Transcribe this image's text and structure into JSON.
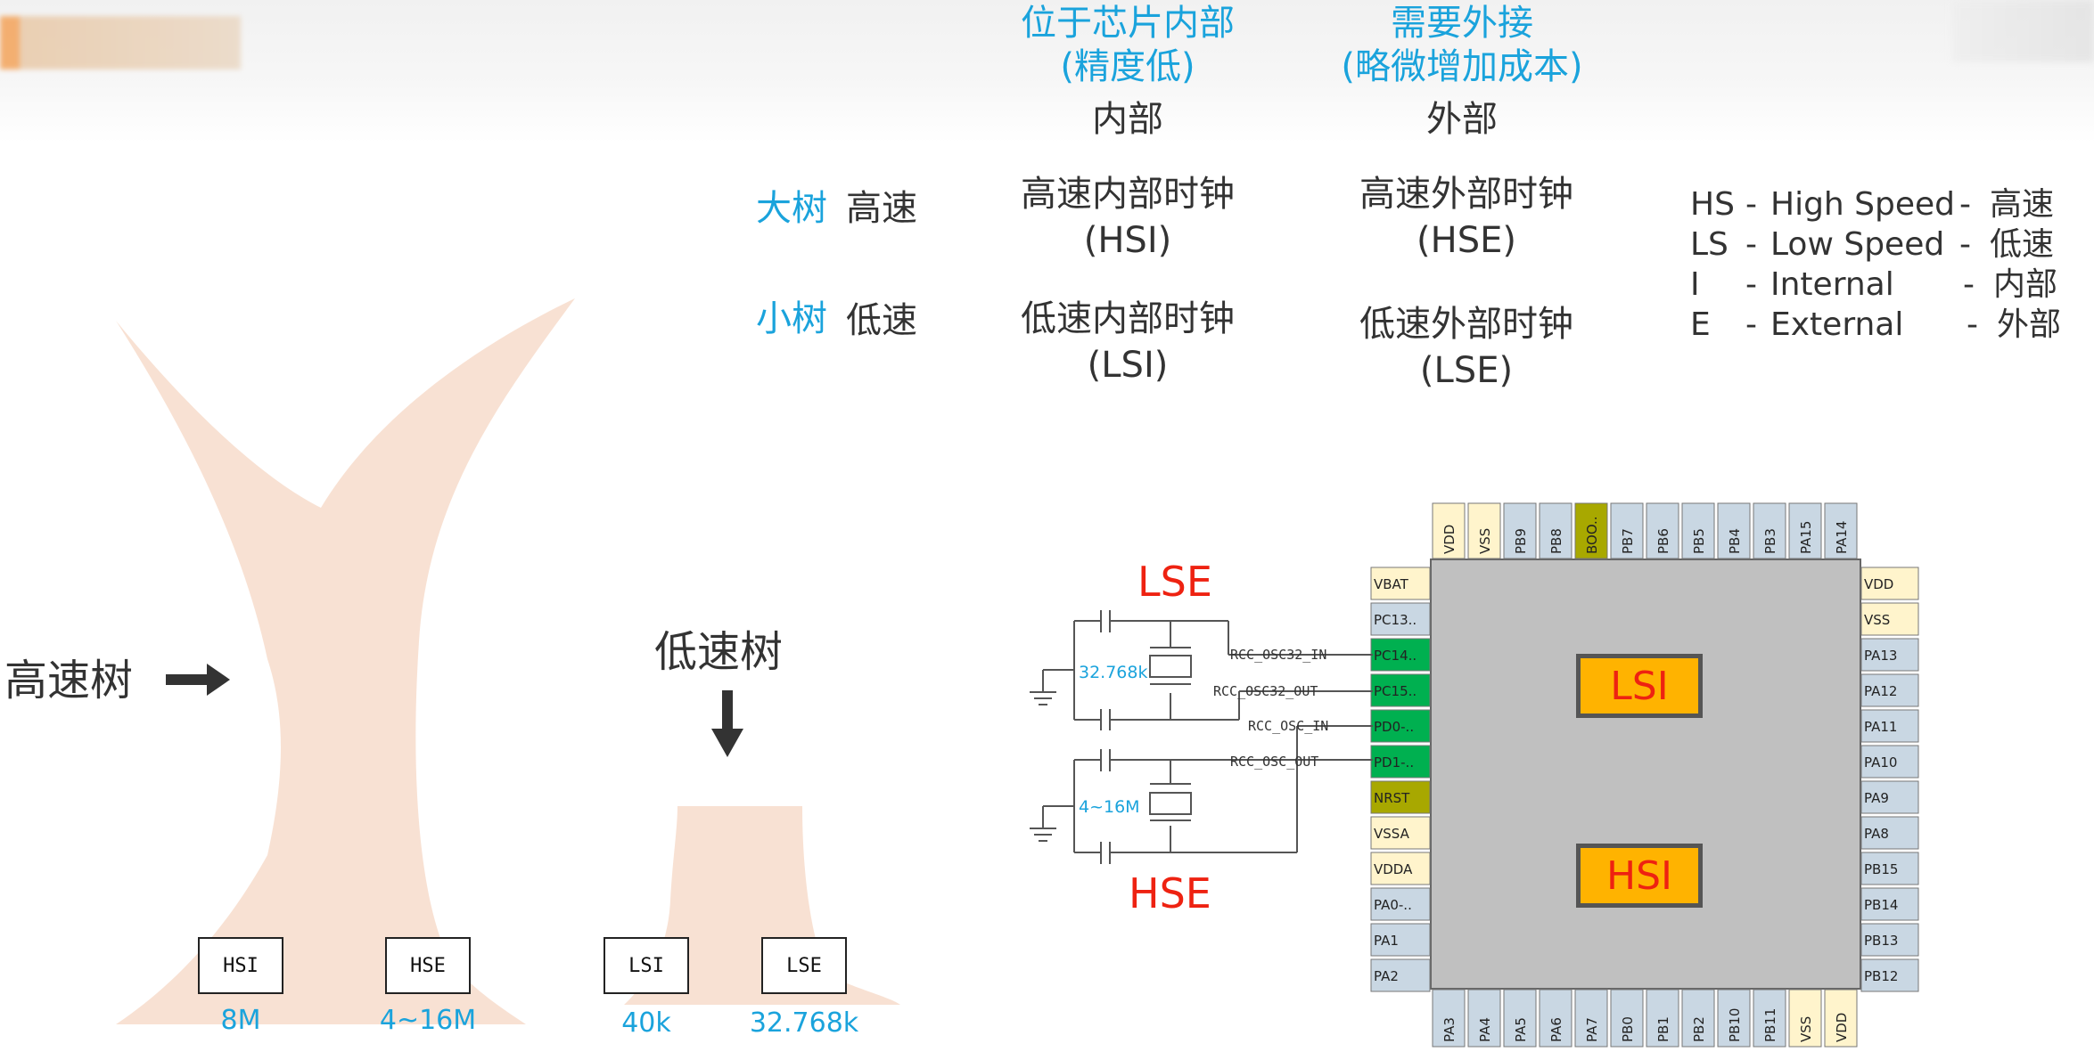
{
  "header": {
    "col_internal": {
      "line1": "位于芯片内部",
      "line2": "(精度低)",
      "line3": "内部"
    },
    "col_external": {
      "line1": "需要外接",
      "line2": "(略微增加成本)",
      "line3": "外部"
    }
  },
  "rows": [
    {
      "tree": "大树",
      "speed": "高速",
      "internal": [
        "高速内部时钟",
        "(HSI)"
      ],
      "external": [
        "高速外部时钟",
        "(HSE)"
      ]
    },
    {
      "tree": "小树",
      "speed": "低速",
      "internal": [
        "低速内部时钟",
        "(LSI)"
      ],
      "external": [
        "低速外部时钟",
        "(LSE)"
      ]
    }
  ],
  "legend": [
    {
      "abbr": "HS",
      "sep": "-",
      "en": "High Speed",
      "sep2": "-",
      "zh": "高速"
    },
    {
      "abbr": "LS",
      "sep": "-",
      "en": "Low Speed",
      "sep2": "-",
      "zh": "低速"
    },
    {
      "abbr": "I",
      "sep": "-",
      "en": "Internal",
      "sep2": "-",
      "zh": "内部"
    },
    {
      "abbr": "E",
      "sep": "-",
      "en": "External",
      "sep2": "-",
      "zh": "外部"
    }
  ],
  "trees": {
    "big_label": "高速树",
    "small_label": "低速树",
    "boxes": [
      {
        "name": "HSI",
        "freq": "8M"
      },
      {
        "name": "HSE",
        "freq": "4~16M"
      },
      {
        "name": "LSI",
        "freq": "40k"
      },
      {
        "name": "LSE",
        "freq": "32.768k"
      }
    ]
  },
  "circuit": {
    "lse_label": "LSE",
    "hse_label": "HSE",
    "lse_crystal": "32.768k",
    "hse_crystal": "4~16M",
    "nets": [
      "RCC_OSC32_IN",
      "RCC_OSC32_OUT",
      "RCC_OSC_IN",
      "RCC_OSC_OUT"
    ],
    "chip_lsi": "LSI",
    "chip_hsi": "HSI",
    "top_pins": [
      "VDD",
      "VSS",
      "PB9",
      "PB8",
      "BOO..",
      "PB7",
      "PB6",
      "PB5",
      "PB4",
      "PB3",
      "PA15",
      "PA14"
    ],
    "bottom_pins": [
      "PA3",
      "PA4",
      "PA5",
      "PA6",
      "PA7",
      "PB0",
      "PB1",
      "PB2",
      "PB10",
      "PB11",
      "VSS",
      "VDD"
    ],
    "left_pins": [
      "VBAT",
      "PC13..",
      "PC14..",
      "PC15..",
      "PD0-..",
      "PD1-..",
      "NRST",
      "VSSA",
      "VDDA",
      "PA0-..",
      "PA1",
      "PA2"
    ],
    "right_pins": [
      "VDD",
      "VSS",
      "PA13",
      "PA12",
      "PA11",
      "PA10",
      "PA9",
      "PA8",
      "PB15",
      "PB14",
      "PB13",
      "PB12"
    ],
    "colors": {
      "power": "#fff4cc",
      "gpio": "#c9d7e3",
      "osc": "#00b050",
      "nrst": "#a8a800",
      "boot": "#a8a800",
      "chip": "#c0c0c0"
    }
  }
}
